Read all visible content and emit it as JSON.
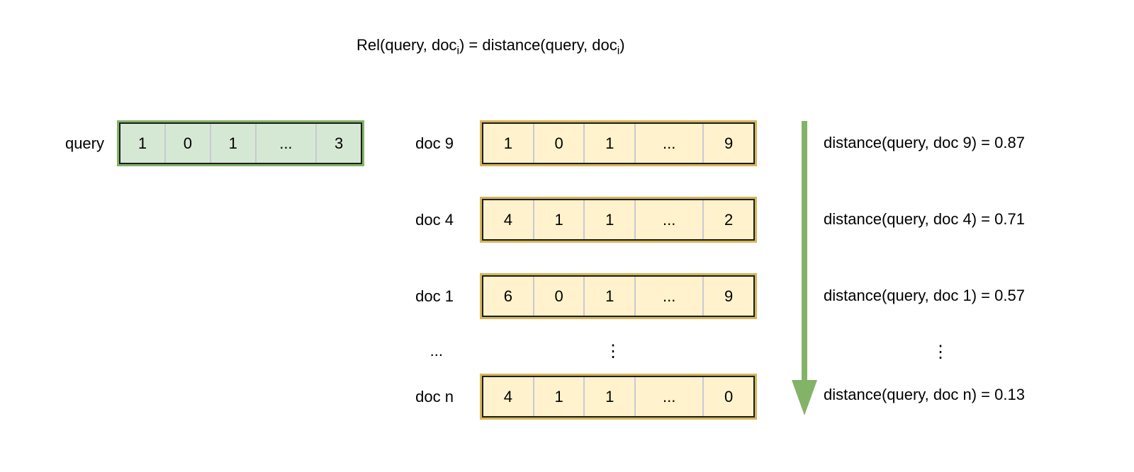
{
  "title": {
    "parts": [
      "Rel(query, doc",
      "i",
      ") = distance(query, doc",
      "i",
      ")"
    ]
  },
  "query": {
    "label": "query",
    "cells": [
      "1",
      "0",
      "1",
      "...",
      "3"
    ]
  },
  "docs": [
    {
      "label": "doc 9",
      "cells": [
        "1",
        "0",
        "1",
        "...",
        "9"
      ],
      "distance": "distance(query, doc 9) = 0.87"
    },
    {
      "label": "doc 4",
      "cells": [
        "4",
        "1",
        "1",
        "...",
        "2"
      ],
      "distance": "distance(query, doc 4) = 0.71"
    },
    {
      "label": "doc 1",
      "cells": [
        "6",
        "0",
        "1",
        "...",
        "9"
      ],
      "distance": "distance(query, doc 1) = 0.57"
    },
    {
      "label": "doc n",
      "cells": [
        "4",
        "1",
        "1",
        "...",
        "0"
      ],
      "distance": "distance(query, doc n) = 0.13"
    }
  ],
  "ellipsis": {
    "row_label": "...",
    "vector_mark": "⋮",
    "distance_mark": "⋮"
  },
  "colors": {
    "query_fill": "#d5e8d4",
    "query_border": "#82b366",
    "doc_fill": "#fff2cc",
    "doc_border": "#d6b656",
    "inner_border": "#1c1c1c",
    "cell_divider": "#c9c9d2",
    "arrow_green": "#82b366"
  }
}
